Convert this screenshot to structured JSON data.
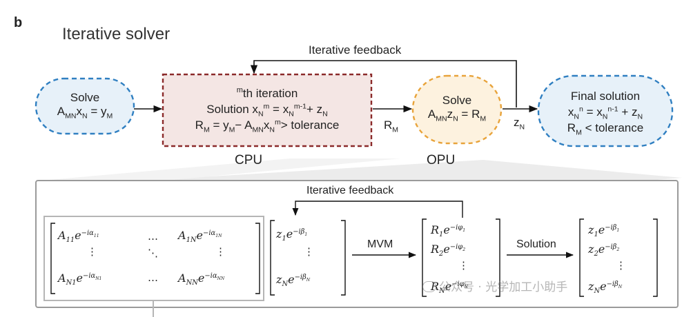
{
  "panel_label": "b",
  "title": "Iterative solver",
  "top_feedback_label": "Iterative feedback",
  "solve_box": {
    "line1": "Solve"
  },
  "iteration_box": {
    "line1": "th iteration",
    "line1_sup": "m",
    "line2_prefix": "Solution",
    "line3_suffix": "> tolerance"
  },
  "cpu_label": "CPU",
  "opu_box": {
    "line1": "Solve"
  },
  "opu_label": "OPU",
  "rm_arrow_label": "R",
  "zn_arrow_label": "z",
  "final_box": {
    "line1": "Final solution",
    "line3_suffix": "< tolerance"
  },
  "inner_feedback_label": "Iterative feedback",
  "mvm_label": "MVM",
  "solution_label": "Solution",
  "watermark_text": "公众号 · 光学加工小助手",
  "colors": {
    "blue_dash": "#2f7fc1",
    "blue_fill": "#e7f1f9",
    "red_dash": "#8b2a2a",
    "red_fill": "#f4e6e4",
    "orange_dash": "#e8a33a",
    "orange_fill": "#fdf2df",
    "gray_border": "#9a9a9a"
  }
}
